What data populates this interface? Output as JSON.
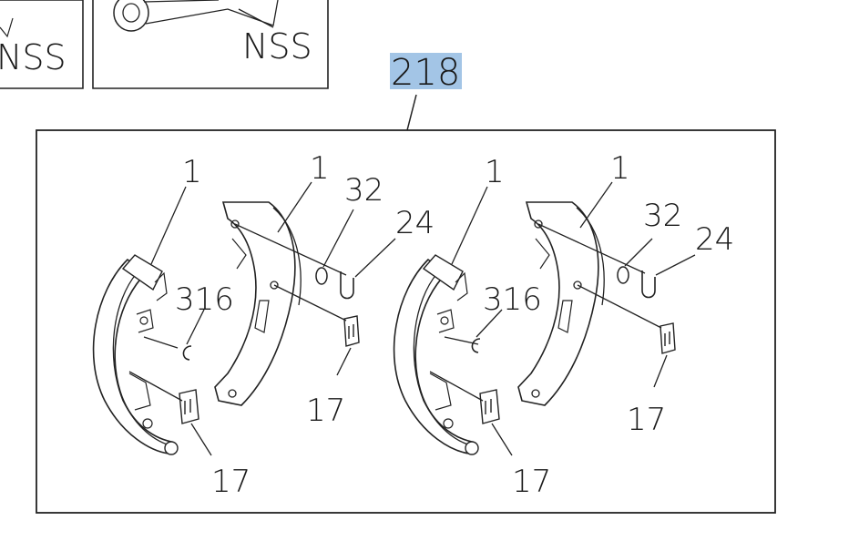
{
  "top_panels": [
    {
      "label": "NSS"
    },
    {
      "label": "NSS"
    }
  ],
  "assembly": {
    "ref": "218",
    "highlight_color": "#a3c5e6"
  },
  "callouts": {
    "left_shoe_outer": "1",
    "left_shoe_inner": "1",
    "left_pin": "316",
    "left_clip_bottom": "17",
    "left_washer": "32",
    "left_spring_clip": "24",
    "left_clip_mid": "17",
    "right_shoe_outer": "1",
    "right_shoe_inner": "1",
    "right_pin": "316",
    "right_clip_bottom": "17",
    "right_washer": "32",
    "right_spring_clip": "24",
    "right_clip_mid": "17"
  }
}
